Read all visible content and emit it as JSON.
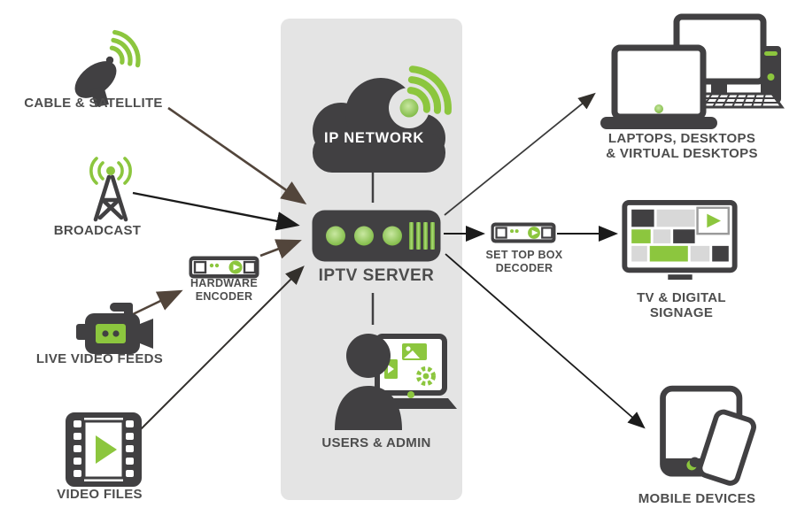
{
  "colors": {
    "accent_green": "#8cc63e",
    "dark_charcoal": "#414042",
    "band_gray": "#e4e4e4",
    "label_gray": "#4d4d4d",
    "tile_light_gray": "#d8d8d8",
    "arrow_brown": "#52453b",
    "arrow_black": "#1b1b1b"
  },
  "nodes": {
    "cable_satellite": {
      "label": "CABLE & SATELLITE"
    },
    "broadcast": {
      "label": "BROADCAST"
    },
    "hardware_encoder": {
      "line1": "HARDWARE",
      "line2": "ENCODER"
    },
    "live_video_feeds": {
      "label": "LIVE VIDEO FEEDS"
    },
    "video_files": {
      "label": "VIDEO FILES"
    },
    "ip_network": {
      "label": "IP NETWORK"
    },
    "iptv_server": {
      "label": "IPTV SERVER"
    },
    "users_admin": {
      "label": "USERS & ADMIN"
    },
    "set_top_box": {
      "line1": "SET TOP BOX",
      "line2": "DECODER"
    },
    "laptops_desktops": {
      "line1": "LAPTOPS, DESKTOPS",
      "line2": "& VIRTUAL DESKTOPS"
    },
    "tv_digital_signage": {
      "label": "TV & DIGITAL SIGNAGE"
    },
    "mobile_devices": {
      "label": "MOBILE DEVICES"
    }
  },
  "connections": [
    {
      "from": "cable_satellite",
      "to": "iptv_server",
      "type": "arrow"
    },
    {
      "from": "broadcast",
      "to": "iptv_server",
      "type": "arrow"
    },
    {
      "from": "live_video_feeds",
      "to": "hardware_encoder",
      "type": "arrow"
    },
    {
      "from": "hardware_encoder",
      "to": "iptv_server",
      "type": "arrow"
    },
    {
      "from": "video_files",
      "to": "iptv_server",
      "type": "arrow"
    },
    {
      "from": "ip_network",
      "to": "iptv_server",
      "type": "line"
    },
    {
      "from": "iptv_server",
      "to": "users_admin",
      "type": "line"
    },
    {
      "from": "iptv_server",
      "to": "set_top_box",
      "type": "arrow"
    },
    {
      "from": "set_top_box",
      "to": "tv_digital_signage",
      "type": "arrow"
    },
    {
      "from": "iptv_server",
      "to": "laptops_desktops",
      "type": "arrow"
    },
    {
      "from": "iptv_server",
      "to": "mobile_devices",
      "type": "arrow"
    }
  ]
}
